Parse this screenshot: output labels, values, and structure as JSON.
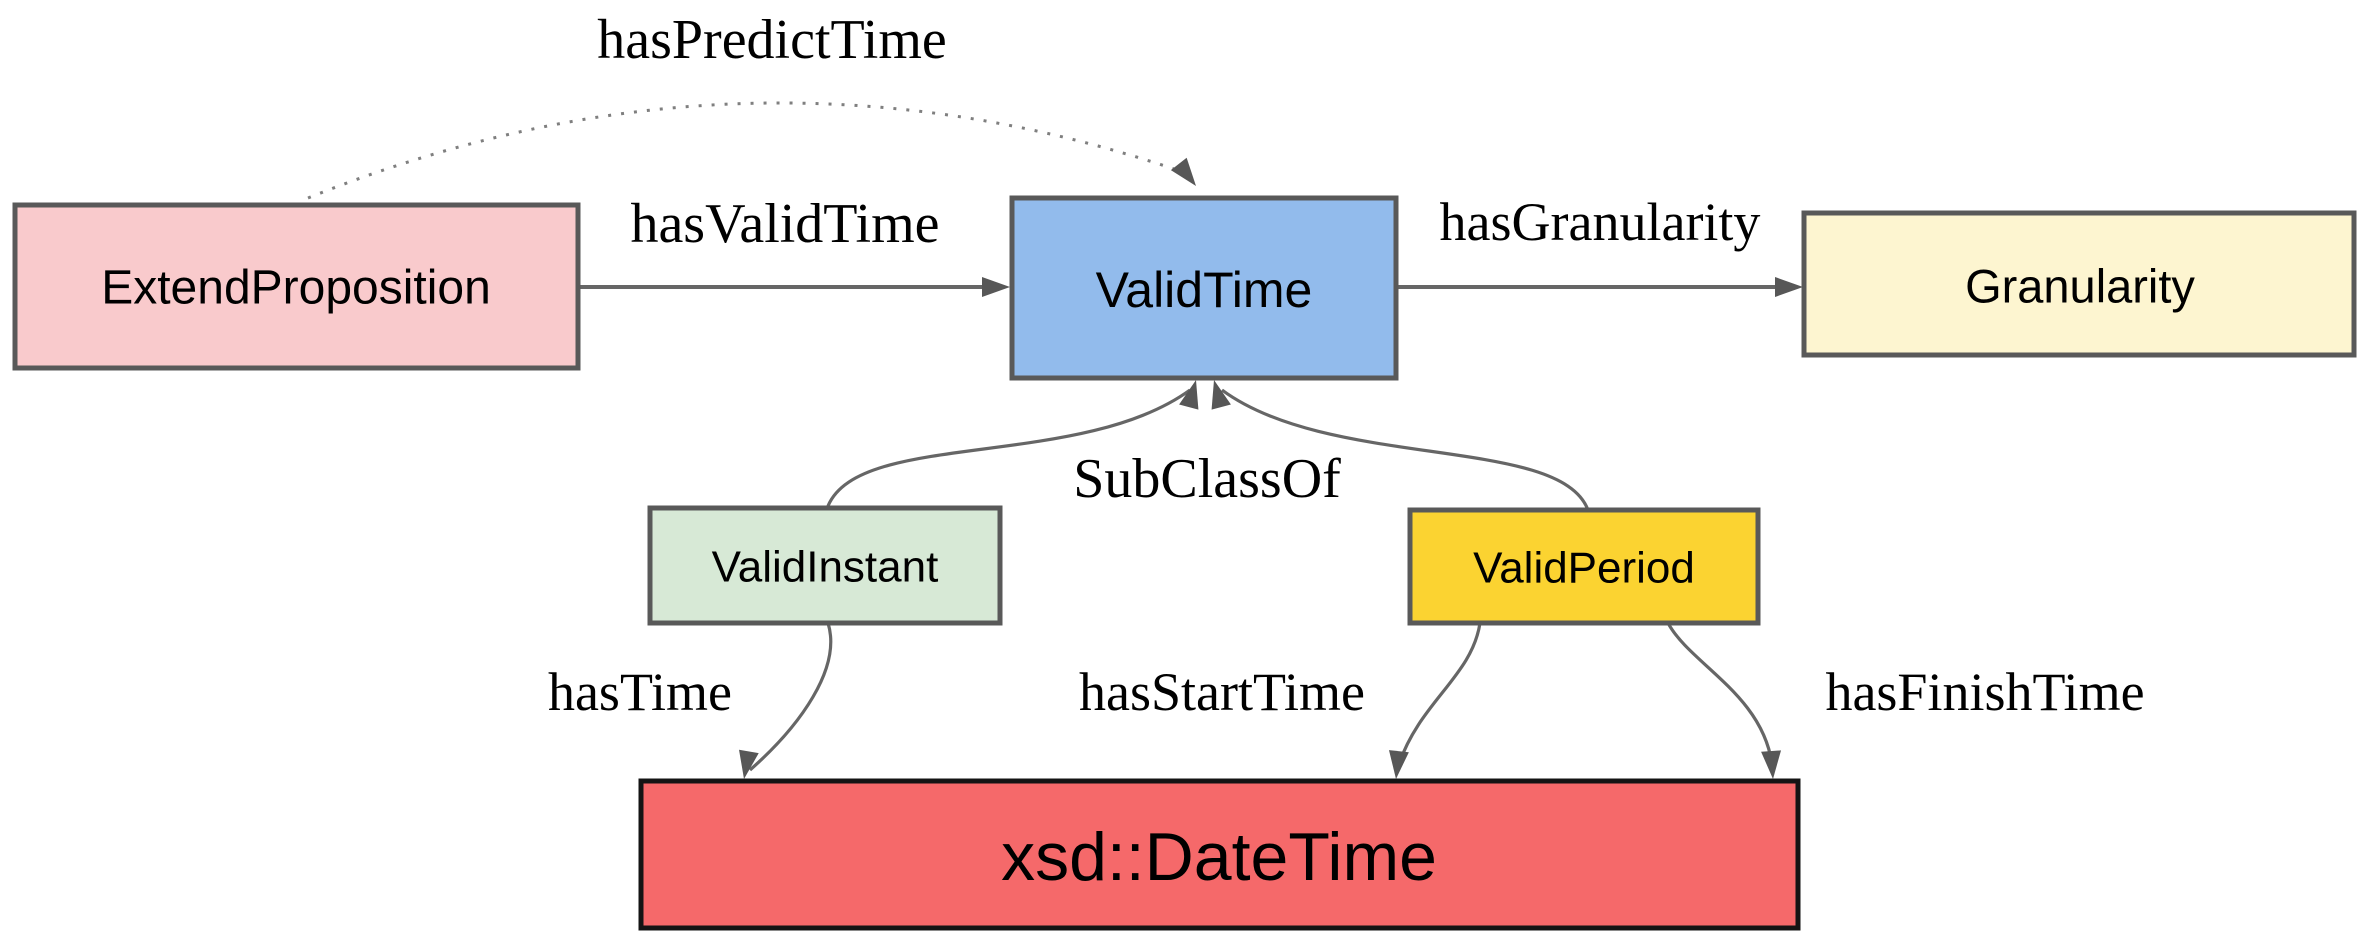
{
  "diagram": {
    "background": "#ffffff",
    "arrow_color": "#666666",
    "arrowhead_color": "#575757",
    "dotted_arrow_color": "#7f7f7f",
    "label_color": "#000000",
    "nodes": {
      "extend_proposition": {
        "label": "ExtendProposition",
        "fill": "#f9cacc",
        "border": "#595959"
      },
      "valid_time": {
        "label": "ValidTime",
        "fill": "#92bbec",
        "border": "#595959"
      },
      "granularity": {
        "label": "Granularity",
        "fill": "#fdf5d0",
        "border": "#595959"
      },
      "valid_instant": {
        "label": "ValidInstant",
        "fill": "#d7e9d6",
        "border": "#595959"
      },
      "valid_period": {
        "label": "ValidPeriod",
        "fill": "#fbd331",
        "border": "#595959"
      },
      "xsd_datetime": {
        "label": "xsd::DateTime",
        "fill": "#f5696a",
        "border": "#141414"
      }
    },
    "edges": {
      "has_predict_time": {
        "label": "hasPredictTime",
        "style": "dotted",
        "from": "ExtendProposition",
        "to": "ValidTime"
      },
      "has_valid_time": {
        "label": "hasValidTime",
        "style": "solid",
        "from": "ExtendProposition",
        "to": "ValidTime"
      },
      "has_granularity": {
        "label": "hasGranularity",
        "style": "solid",
        "from": "ValidTime",
        "to": "Granularity"
      },
      "sub_class_of": {
        "label": "SubClassOf",
        "style": "solid",
        "from": [
          "ValidInstant",
          "ValidPeriod"
        ],
        "to": "ValidTime"
      },
      "has_time": {
        "label": "hasTime",
        "style": "solid",
        "from": "ValidInstant",
        "to": "xsd::DateTime"
      },
      "has_start_time": {
        "label": "hasStartTime",
        "style": "solid",
        "from": "ValidPeriod",
        "to": "xsd::DateTime"
      },
      "has_finish_time": {
        "label": "hasFinishTime",
        "style": "solid",
        "from": "ValidPeriod",
        "to": "xsd::DateTime"
      }
    }
  }
}
